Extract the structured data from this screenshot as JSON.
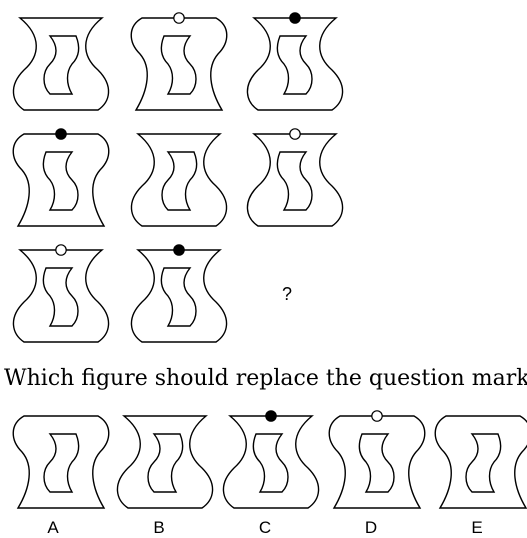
{
  "puzzle": {
    "question_mark": "?",
    "question_text": "Which figure should replace the question mark?",
    "grid": [
      {
        "cell": "r1c1",
        "outer": "s",
        "inner": "left",
        "dot": "none"
      },
      {
        "cell": "r1c2",
        "outer": "c",
        "inner": "right",
        "dot": "hollow"
      },
      {
        "cell": "r1c3",
        "outer": "s",
        "inner": "right",
        "dot": "filled"
      },
      {
        "cell": "r2c1",
        "outer": "c",
        "inner": "right",
        "dot": "filled"
      },
      {
        "cell": "r2c2",
        "outer": "s",
        "inner": "left",
        "dot": "none"
      },
      {
        "cell": "r2c3",
        "outer": "s",
        "inner": "right",
        "dot": "hollow"
      },
      {
        "cell": "r3c1",
        "outer": "s",
        "inner": "right",
        "dot": "hollow"
      },
      {
        "cell": "r3c2",
        "outer": "s",
        "inner": "right",
        "dot": "filled"
      }
    ],
    "options": [
      {
        "label": "A",
        "outer": "c",
        "inner": "left",
        "dot": "none"
      },
      {
        "label": "B",
        "outer": "s",
        "inner": "left",
        "dot": "none"
      },
      {
        "label": "C",
        "outer": "s",
        "inner": "right",
        "dot": "filled"
      },
      {
        "label": "D",
        "outer": "c",
        "inner": "right",
        "dot": "hollow"
      },
      {
        "label": "E",
        "outer": "c",
        "inner": "left",
        "dot": "none"
      }
    ]
  }
}
